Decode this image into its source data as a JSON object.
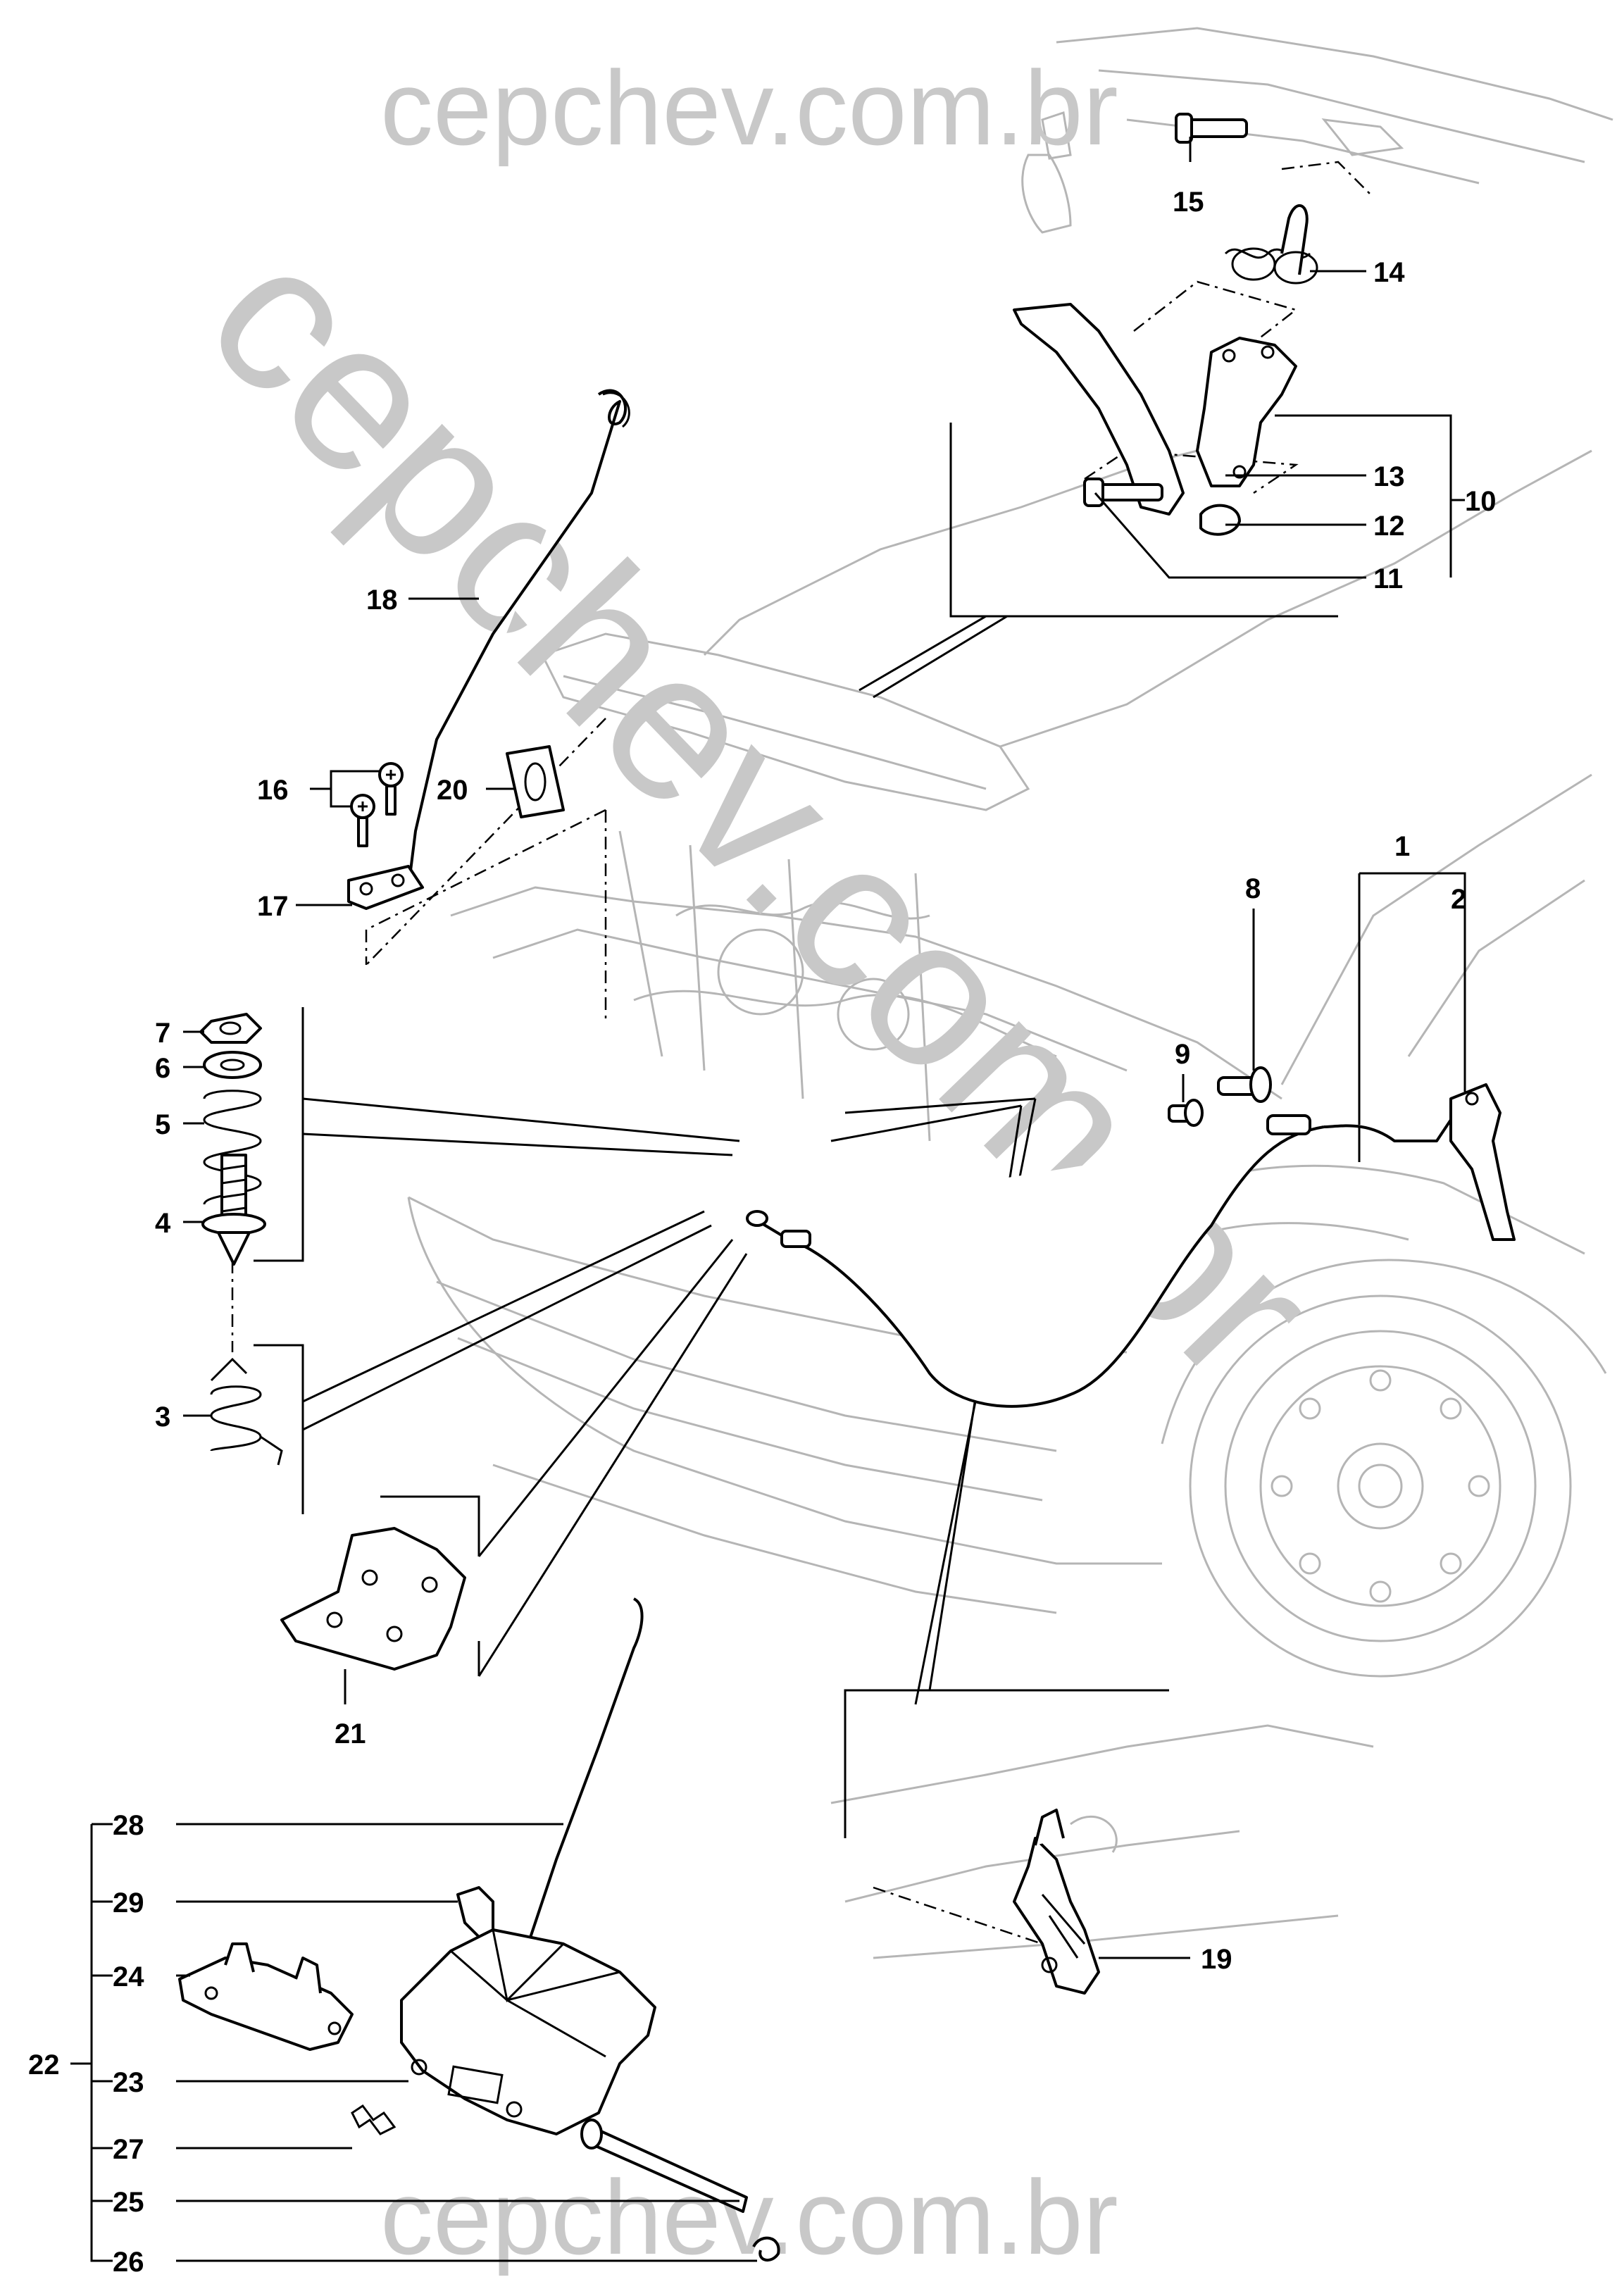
{
  "watermarks": {
    "top": "cepchev.com.br",
    "bottom": "cepchev.com.br",
    "diagonal": "cepchev.com.br"
  },
  "callouts": {
    "n1": "1",
    "n2": "2",
    "n3": "3",
    "n4": "4",
    "n5": "5",
    "n6": "6",
    "n7": "7",
    "n8": "8",
    "n9": "9",
    "n10": "10",
    "n11": "11",
    "n12": "12",
    "n13": "13",
    "n14": "14",
    "n15": "15",
    "n16": "16",
    "n17": "17",
    "n18": "18",
    "n19": "19",
    "n20": "20",
    "n21": "21",
    "n22": "22",
    "n23": "23",
    "n24": "24",
    "n25": "25",
    "n26": "26",
    "n27": "27",
    "n28": "28",
    "n29": "29"
  },
  "colors": {
    "line": "#000000",
    "ghost": "#b5b5b5",
    "watermark": "#c8c8c8"
  }
}
